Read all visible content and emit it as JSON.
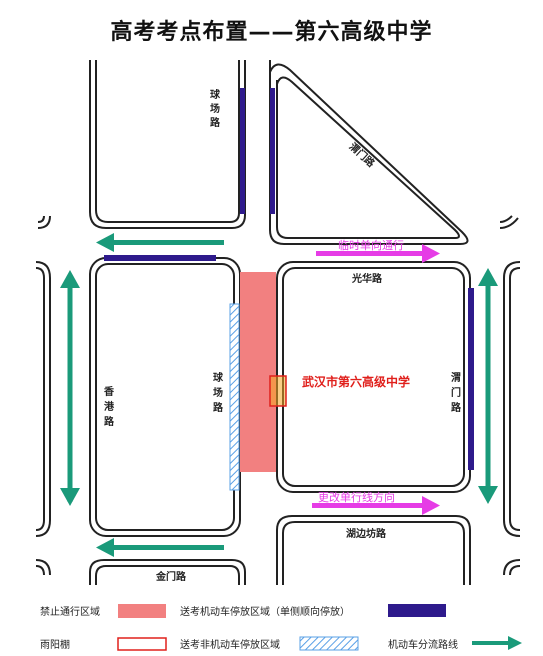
{
  "title": "高考考点布置——第六高级中学",
  "roads": {
    "qiuchang_top": [
      "球",
      "场",
      "路"
    ],
    "qiuchang_mid": [
      "球",
      "场",
      "路"
    ],
    "xianggang": [
      "香",
      "港",
      "路"
    ],
    "weimen_right": [
      "渭",
      "门",
      "路"
    ],
    "weimen_diag": "渭门路",
    "guanghua": "光华路",
    "hubianfang": "湖边坊路",
    "jinmen": "金门路"
  },
  "school_name": "武汉市第六高级中学",
  "annotations": {
    "temp_oneway": "临时单向通行",
    "change_oneway": "更改单行线方向"
  },
  "legend": {
    "no_pass": "禁止通行区域",
    "motor_parking": "送考机动车停放区域（单侧顺向停放）",
    "rain_shelter": "雨阳棚",
    "nonmotor_parking": "送考非机动车停放区域",
    "diversion": "机动车分流路线"
  },
  "colors": {
    "no_pass": "#f28080",
    "parking": "#2e1a8c",
    "arrow_green": "#1a9a7a",
    "magenta": "#e63ce6",
    "school_red": "#e0201c",
    "hatch_blue": "#5aa0e6",
    "shelter_orange": "#f5a623"
  }
}
